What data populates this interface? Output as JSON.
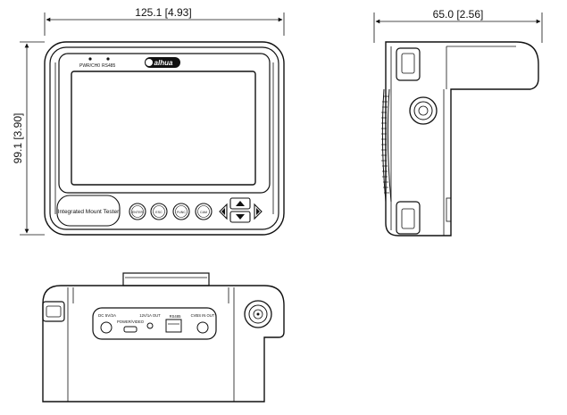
{
  "dimensions": {
    "front_width": "125.1 [4.93]",
    "side_width": "65.0 [2.56]",
    "front_height": "99.1 [3.90]"
  },
  "front_panel": {
    "led_left": "PWR/CH0",
    "led_right": "RS485",
    "logo_text": "alhua",
    "brand_plate": "Integrated Mount Tester",
    "button_1": "ENTER",
    "button_2": "ESC",
    "button_3": "FUNC",
    "button_4": "CAM"
  },
  "bottom_panel": {
    "port_1": "DC 5V/2A",
    "port_2": "POWER/VIDEO",
    "port_3": "12V/1A OUT",
    "port_4": "RS485",
    "port_5": "CVBS IN OUT"
  }
}
